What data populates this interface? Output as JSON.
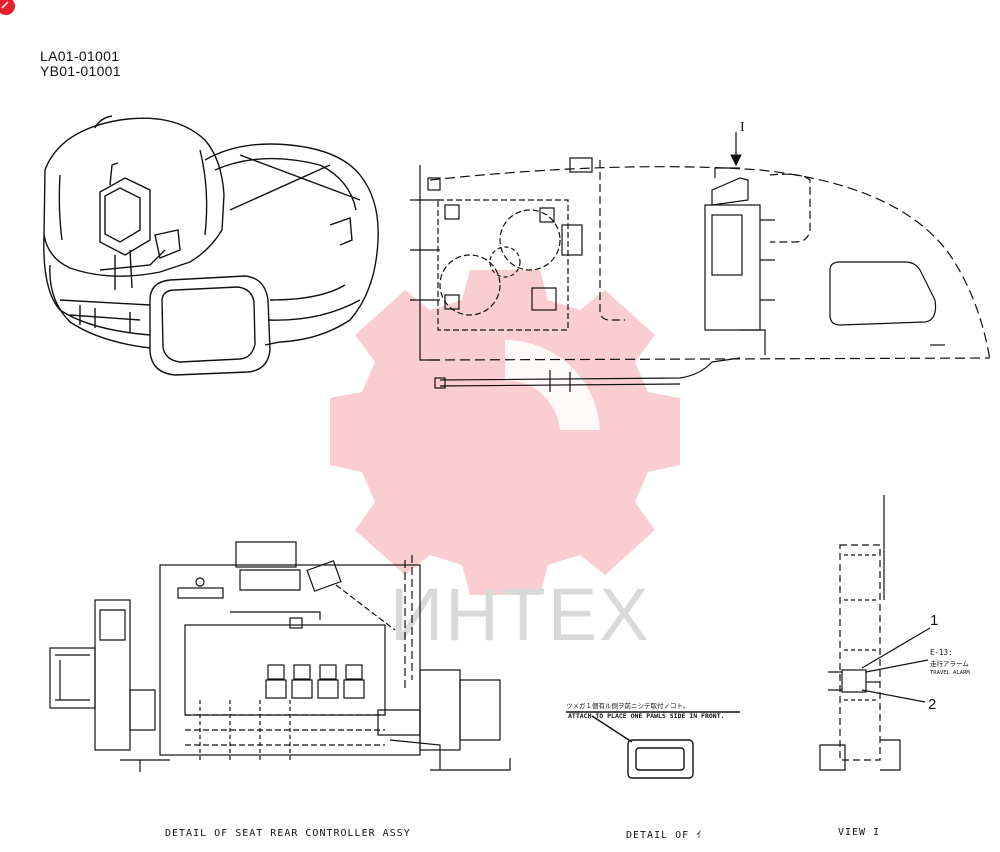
{
  "header": {
    "serial_1": "LA01-01001",
    "serial_2": "YB01-01001"
  },
  "watermark": {
    "text": "ИНТЕХ",
    "color": "#e8202a"
  },
  "top_right_view": {
    "view_marker": "I"
  },
  "captions": {
    "controller_detail": "DETAIL OF SEAT REAR CONTROLLER ASSY",
    "detail_i": "DETAIL OF ｲ",
    "view_i": "VIEW I"
  },
  "detail_i_note": {
    "japanese": "ツメガ１個有ル側ヲ前ニシテ取付ノコト。",
    "english": "ATTACH TO PLACE ONE PAWLS SIDE IN FRONT."
  },
  "view_i_callouts": {
    "item_1": "1",
    "item_2": "2",
    "ref_code": "E-13:",
    "ref_japanese": "走行アラーム",
    "ref_english": "TRAVEL ALARM"
  },
  "icons": [
    "logo-badge-icon",
    "gear-watermark-icon",
    "view-arrow-icon"
  ]
}
